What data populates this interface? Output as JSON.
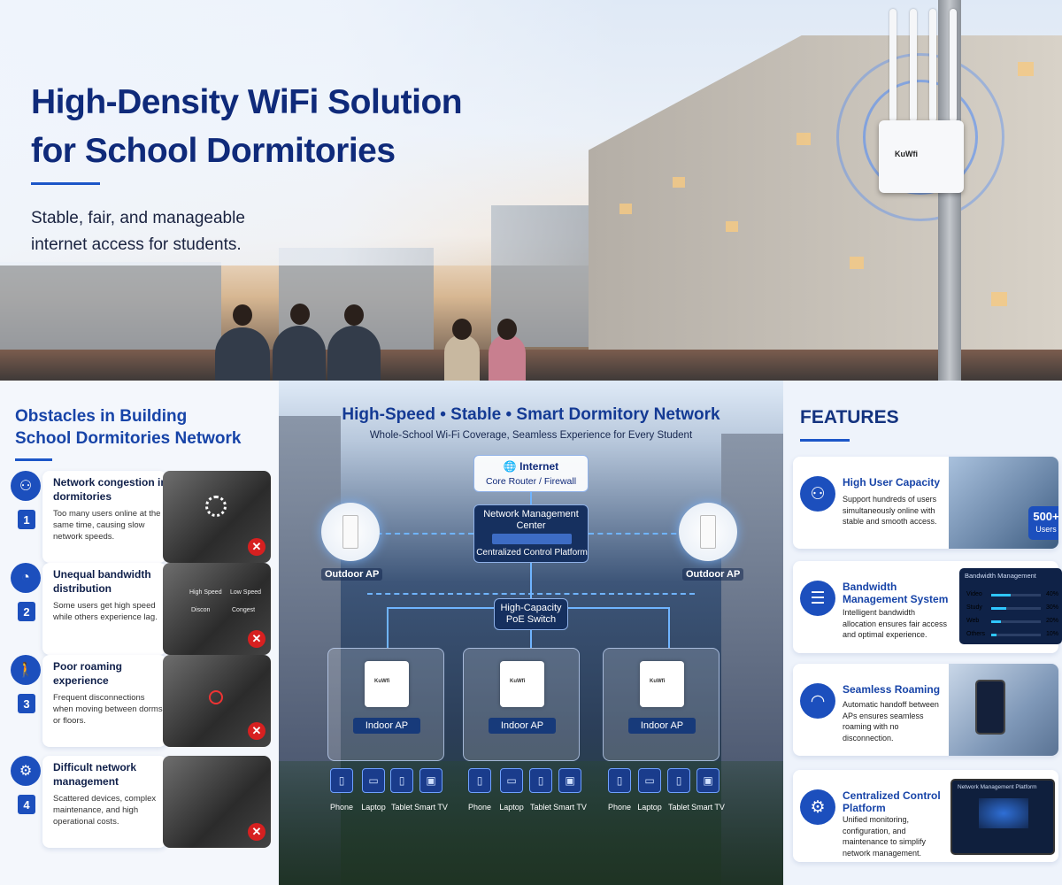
{
  "hero": {
    "title_line1": "High-Density WiFi Solution",
    "title_line2": "for School Dormitories",
    "subtitle_line1": "Stable, fair, and manageable",
    "subtitle_line2": "internet access for students.",
    "router_brand": "KuWfi"
  },
  "obstacles": {
    "title_line1": "Obstacles in Building",
    "title_line2": "School Dormitories Network",
    "items": [
      {
        "num": "1",
        "title": "Network congestion in dormitories",
        "desc": "Too many users online at the same time, causing slow network speeds.",
        "icon": "users-icon"
      },
      {
        "num": "2",
        "title": "Unequal bandwidth distribution",
        "desc": "Some users get high speed while others experience lag.",
        "icon": "speedometer-icon",
        "img_label1": "High Speed",
        "img_label2": "Low Speed",
        "img_label3": "Discon",
        "img_label4": "Congest"
      },
      {
        "num": "3",
        "title": "Poor roaming experience",
        "desc": "Frequent disconnections when moving between dorms or floors.",
        "icon": "walking-icon"
      },
      {
        "num": "4",
        "title": "Difficult network management",
        "desc": "Scattered devices, complex maintenance, and high operational costs.",
        "icon": "monitor-gear-icon"
      }
    ],
    "x_mark": "✕"
  },
  "network": {
    "title": "High-Speed • Stable • Smart Dormitory Network",
    "subtitle": "Whole-School Wi-Fi Coverage, Seamless Experience for Every Student",
    "internet_label": "Internet",
    "core_label": "Core Router / Firewall",
    "nmc_line1": "Network Management",
    "nmc_line2": "Center",
    "nmc_line3": "Centralized Control Platform",
    "switch_line1": "High-Capacity",
    "switch_line2": "PoE Switch",
    "outdoor_ap": "Outdoor AP",
    "indoor_ap": "Indoor AP",
    "ap_brand": "KuWfi",
    "devices": [
      "Phone",
      "Laptop",
      "Tablet",
      "Smart TV"
    ]
  },
  "features": {
    "title": "FEATURES",
    "items": [
      {
        "title": "High User Capacity",
        "desc": "Support hundreds of users simultaneously online with stable and smooth access.",
        "icon": "users-icon",
        "badge_value": "500+",
        "badge_label": "Users"
      },
      {
        "title": "Bandwidth Management System",
        "desc": "Intelligent bandwidth allocation ensures fair access and optimal experience.",
        "icon": "sliders-icon"
      },
      {
        "title": "Seamless Roaming",
        "desc": "Automatic handoff between APs ensures seamless roaming with no disconnection.",
        "icon": "wifi-icon"
      },
      {
        "title": "Centralized Control Platform",
        "desc": "Unified monitoring, configuration, and maintenance to simplify network management.",
        "icon": "monitor-gear-icon",
        "panel_title": "Network Management Platform"
      }
    ],
    "bandwidth": {
      "title": "Bandwidth Management",
      "rows": [
        {
          "label": "Video",
          "pct": "40%",
          "value": 0.4
        },
        {
          "label": "Study",
          "pct": "30%",
          "value": 0.3
        },
        {
          "label": "Web",
          "pct": "20%",
          "value": 0.2
        },
        {
          "label": "Others",
          "pct": "10%",
          "value": 0.1
        }
      ]
    }
  },
  "colors": {
    "brand_blue": "#1c4fbd",
    "title_navy": "#0f2a7a",
    "alert_red": "#d72020",
    "link_cyan": "#6fb4ff"
  }
}
